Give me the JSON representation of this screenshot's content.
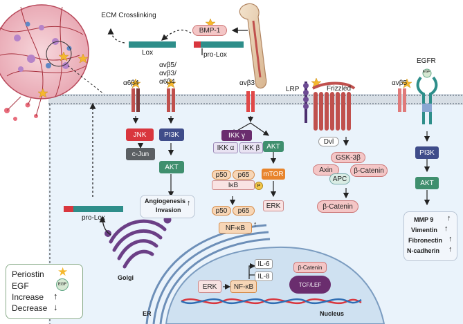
{
  "top": {
    "ecm_crosslinking": "ECM Crosslinking",
    "lox": "Lox",
    "bmp1": "BMP-1",
    "pro_lox_top": "pro-Lox"
  },
  "receptors": {
    "a6b4": "α6β4",
    "avb5_line1": "αvβ5/",
    "avb5_line2": "αvβ3/",
    "avb5_line3": "α6β4",
    "avb3": "αvβ3",
    "lrp": "LRP",
    "frizzled": "Frizzled",
    "avb5_right": "αvβ5",
    "egfr": "EGFR",
    "egf_small": "EGF"
  },
  "pathway_a6b4": {
    "jnk": "JNK",
    "cjun": "c-Jun"
  },
  "pathway_pi3k": {
    "pi3k": "PI3K",
    "akt": "AKT",
    "outcome_1": "Angiogenesis",
    "outcome_2": "Invasion"
  },
  "pathway_avb3": {
    "ikk_gamma": "IKK γ",
    "ikk_alpha": "IKK α",
    "ikk_beta": "IKK β",
    "akt": "AKT",
    "p50_top": "p50",
    "p65_top": "p65",
    "ikb": "IκB",
    "p_badge": "P",
    "mtor": "mTOR",
    "p50_bottom": "p50",
    "p65_bottom": "p65",
    "erk": "ERK",
    "nfkb": "NF-κB"
  },
  "pathway_wnt": {
    "dvl": "Dvl",
    "gsk3b": "GSK-3β",
    "axin": "Axin",
    "apc": "APC",
    "bcatenin_complex": "β-Catenin",
    "bcatenin_free": "β-Catenin"
  },
  "pathway_egfr": {
    "pi3k": "PI3K",
    "akt": "AKT",
    "emt_1": "MMP 9",
    "emt_2": "Vimentin",
    "emt_3": "Fibronectin",
    "emt_4": "N-cadherin"
  },
  "cytoplasm": {
    "pro_lox_mid": "pro-Lox",
    "golgi": "Golgi",
    "er": "ER"
  },
  "nucleus": {
    "label": "Nucleus",
    "il6": "IL-6",
    "il8": "IL-8",
    "erk": "ERK",
    "nfkb": "NF-κB",
    "bcatenin": "β-Catenin",
    "tcf": "TCF/LEF"
  },
  "legend": {
    "periostin": "Periostin",
    "egf": "EGF",
    "egf_icon": "EGF",
    "increase": "Increase",
    "decrease": "Decrease"
  },
  "colors": {
    "membrane": "#b9c3cc",
    "cytoplasm": "#eaf3fb",
    "nucleus": "#cfe1f1",
    "integrin": "#c0504d",
    "golgi": "#6b3f86",
    "star": "#f5b82e"
  }
}
